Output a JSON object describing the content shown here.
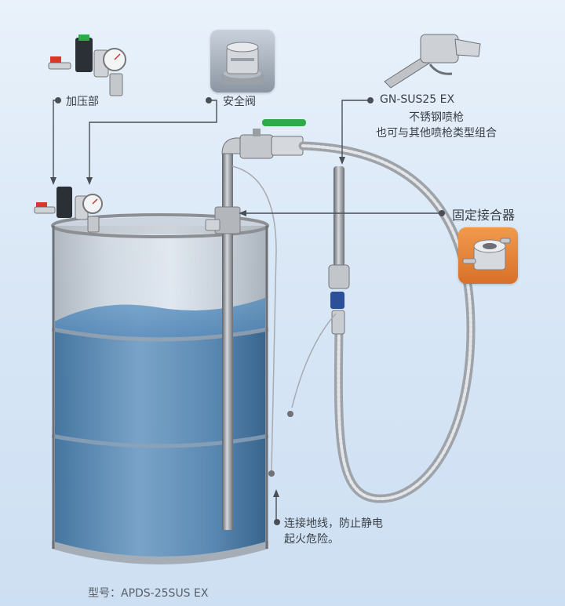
{
  "labels": {
    "pressurizer": "加压部",
    "safety_valve": "安全阀",
    "nozzle_model": "GN-SUS25 EX",
    "nozzle_desc1": "不锈钢喷枪",
    "nozzle_desc2": "也可与其他喷枪类型组合",
    "fixed_connector": "固定接合器",
    "ground_line1": "连接地线，防止静电",
    "ground_line2": "起火危险。",
    "model": "型号：APDS-25SUS EX"
  },
  "colors": {
    "background": "#dde9f6",
    "leader_line": "#4a4f57",
    "liquid": "#2f6a9c",
    "valve_handle": "#2faa4a",
    "connector_photo_bg": "#e5823a"
  }
}
